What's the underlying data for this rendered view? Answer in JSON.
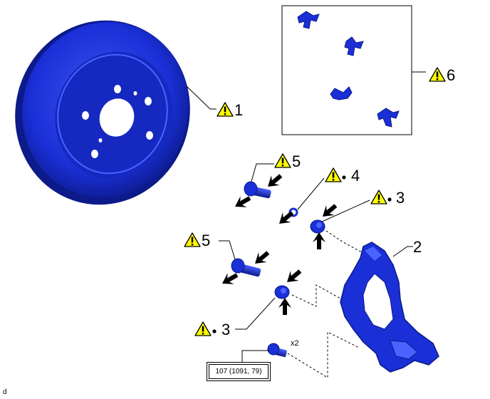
{
  "parts": [
    {
      "id": "disc",
      "number": "1"
    },
    {
      "id": "caliper-bracket",
      "number": "2"
    },
    {
      "id": "bushing-upper",
      "number": "3"
    },
    {
      "id": "bushing-lower",
      "number": "3"
    },
    {
      "id": "o-ring",
      "number": "4"
    },
    {
      "id": "slide-pin-upper",
      "number": "5"
    },
    {
      "id": "slide-pin-lower",
      "number": "5"
    },
    {
      "id": "pad-clips",
      "number": "6"
    }
  ],
  "bolt_quantity": "x2",
  "torque_spec": "107 (1091, 79)",
  "corner_mark": "d",
  "icons": {
    "caution": "caution-triangle-icon",
    "grease": "grease-arrow-icon",
    "non_reusable": "non-reusable-dot-icon"
  },
  "colors": {
    "part_blue": "#1a2fd6",
    "part_dark": "#0c1a8a",
    "part_light": "#4a63ff",
    "caution_yellow": "#ffff00",
    "line": "#000000"
  }
}
